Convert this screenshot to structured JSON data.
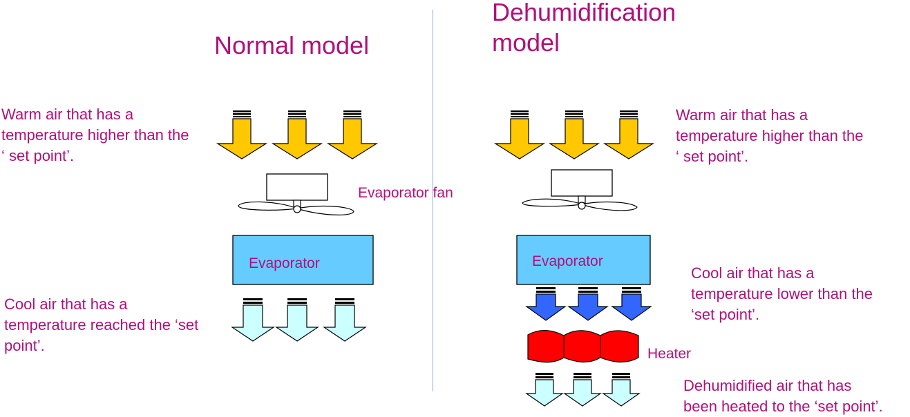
{
  "normal": {
    "title": "Normal model",
    "warm_text": "Warm air that has a\ntemperature higher than the\n‘ set point’.",
    "fan_label": "Evaporator fan",
    "evaporator_label": "Evaporator",
    "cool_text": "Cool air that has a\ntemperature reached the ‘set\npoint’."
  },
  "dehumidification": {
    "title": "Dehumidification\nmodel",
    "warm_text": "Warm air that has a\ntemperature higher than the\n‘ set point’.",
    "evaporator_label": "Evaporator",
    "cool_text": "Cool air that has a\ntemperature lower than the\n‘set point’.",
    "heater_label": "Heater",
    "dehumidified_text": "Dehumidified air that has\nbeen heated to the ‘set point’."
  },
  "colors": {
    "text": "#b0107a",
    "warm_arrow": "#ffc800",
    "cool_arrow": "#ccffff",
    "cold_arrow": "#3366ff",
    "evaporator": "#66ccff",
    "heater": "#ff0000",
    "divider": "#8fa6d8"
  }
}
